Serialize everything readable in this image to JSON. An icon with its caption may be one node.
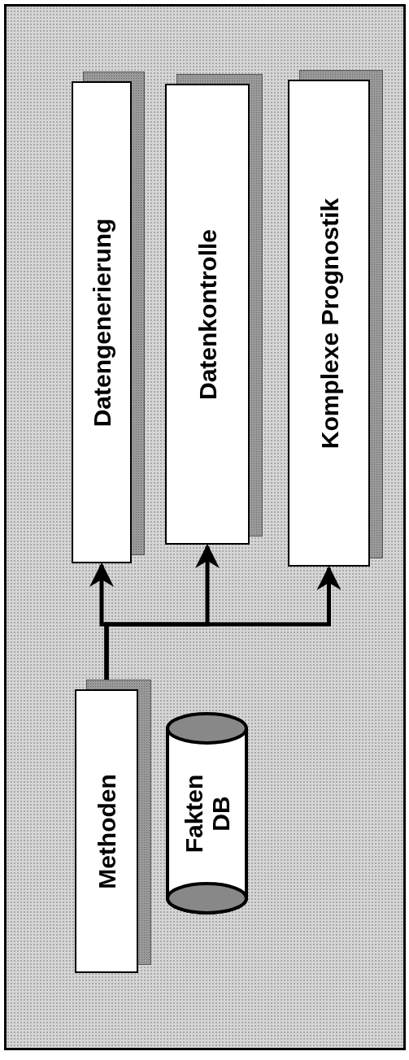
{
  "diagram": {
    "nodes": [
      {
        "text": [
          "Datengenerierung"
        ]
      },
      {
        "text": [
          "Datenkontrolle"
        ]
      },
      {
        "text": [
          "Komplexe Prognostik"
        ]
      },
      {
        "text": [
          "Methoden"
        ]
      },
      {
        "text": [
          "Fakten DB"
        ]
      }
    ],
    "edges": [
      {
        "from": 3,
        "to": 0,
        "arrow": "to"
      },
      {
        "from": 3,
        "to": 1,
        "arrow": "to"
      },
      {
        "from": 3,
        "to": 2,
        "arrow": "to"
      }
    ]
  }
}
